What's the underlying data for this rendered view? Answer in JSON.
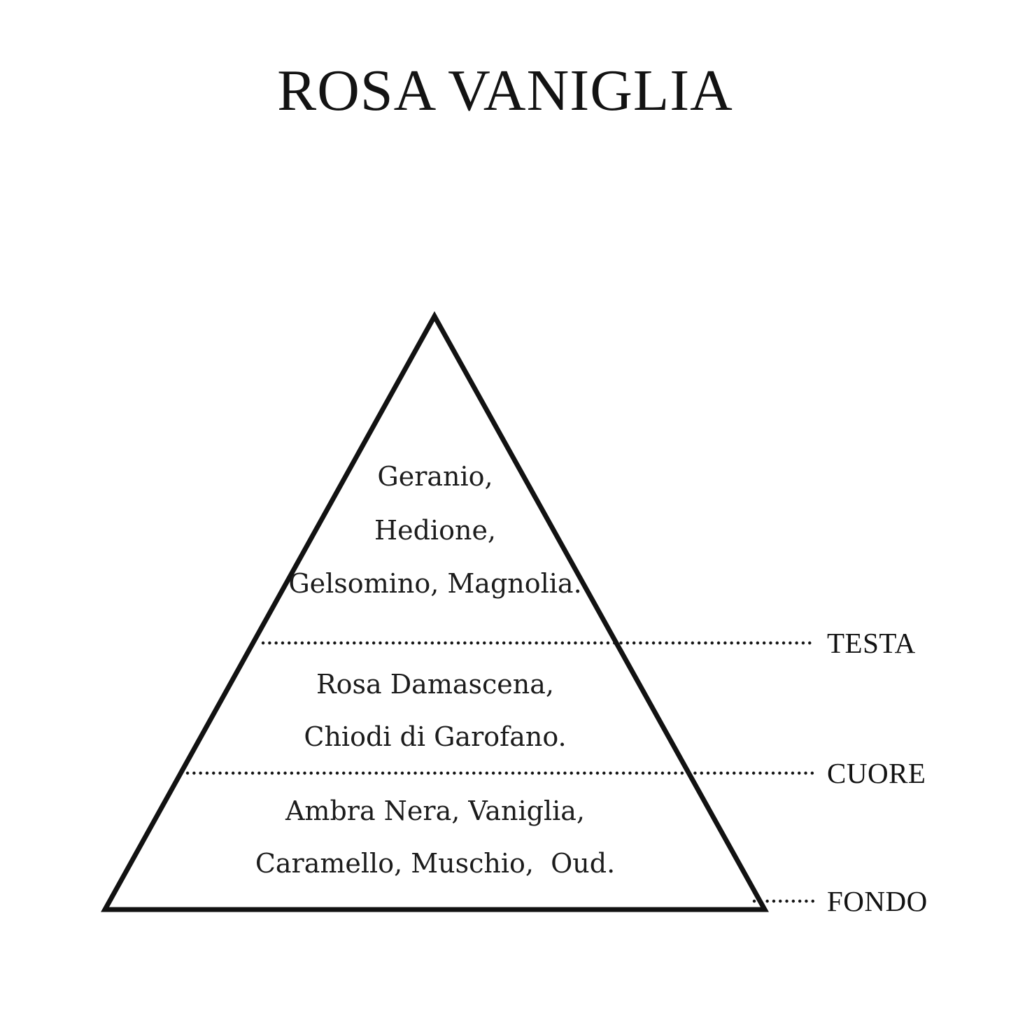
{
  "title": "ROSA VANIGLIA",
  "colors": {
    "ink": "#131313",
    "background": "#ffffff"
  },
  "pyramid": {
    "sections": [
      {
        "id": "testa",
        "label": "TESTA",
        "notes": [
          "Geranio,",
          "Hedione,",
          "Gelsomino, Magnolia."
        ]
      },
      {
        "id": "cuore",
        "label": "CUORE",
        "notes": [
          "Rosa Damascena,",
          "Chiodi di Garofano."
        ]
      },
      {
        "id": "fondo",
        "label": "FONDO",
        "notes": [
          "Ambra Nera, Vaniglia,",
          "Caramello, Muschio,  Oud."
        ]
      }
    ]
  }
}
